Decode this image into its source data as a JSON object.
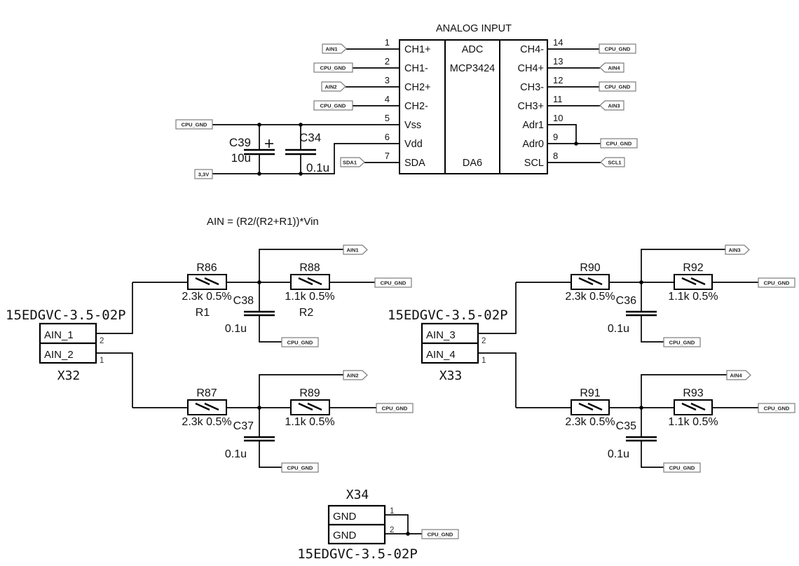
{
  "colors": {
    "background": "#ffffff",
    "line": "#000000",
    "flag_border": "#7d7d7d"
  },
  "title": "ANALOG INPUT",
  "formula": "AIN = (R2/(R2+R1))*Vin",
  "ic": {
    "function": "ADC",
    "part": "MCP3424",
    "designator": "DA6",
    "left_pins": [
      {
        "num": "1",
        "name": "CH1+"
      },
      {
        "num": "2",
        "name": "CH1-"
      },
      {
        "num": "3",
        "name": "CH2+"
      },
      {
        "num": "4",
        "name": "CH2-"
      },
      {
        "num": "5",
        "name": "Vss"
      },
      {
        "num": "6",
        "name": "Vdd"
      },
      {
        "num": "7",
        "name": "SDA"
      }
    ],
    "right_pins": [
      {
        "num": "14",
        "name": "CH4-"
      },
      {
        "num": "13",
        "name": "CH4+"
      },
      {
        "num": "12",
        "name": "CH3-"
      },
      {
        "num": "11",
        "name": "CH3+"
      },
      {
        "num": "10",
        "name": "Adr1"
      },
      {
        "num": "9",
        "name": "Adr0"
      },
      {
        "num": "8",
        "name": "SCL"
      }
    ]
  },
  "flags": {
    "gnd": "CPU_GND",
    "v33": "3,3V",
    "ain1": "AIN1",
    "ain2": "AIN2",
    "ain3": "AIN3",
    "ain4": "AIN4",
    "sda1": "SDA1",
    "scl1": "SCL1"
  },
  "decoupling": {
    "c39": {
      "ref": "C39",
      "value": "10u",
      "plus": "+"
    },
    "c34": {
      "ref": "C34",
      "value": "0.1u"
    }
  },
  "filters": [
    {
      "r1": {
        "ref": "R86",
        "value": "2.3k 0.5%",
        "role": "R1"
      },
      "r2": {
        "ref": "R88",
        "value": "1.1k 0.5%",
        "role": "R2"
      },
      "c": {
        "ref": "C38",
        "value": "0.1u"
      }
    },
    {
      "r1": {
        "ref": "R87",
        "value": "2.3k 0.5%"
      },
      "r2": {
        "ref": "R89",
        "value": "1.1k 0.5%"
      },
      "c": {
        "ref": "C37",
        "value": "0.1u"
      }
    },
    {
      "r1": {
        "ref": "R90",
        "value": "2.3k 0.5%"
      },
      "r2": {
        "ref": "R92",
        "value": "1.1k 0.5%"
      },
      "c": {
        "ref": "C36",
        "value": "0.1u"
      }
    },
    {
      "r1": {
        "ref": "R91",
        "value": "2.3k 0.5%"
      },
      "r2": {
        "ref": "R93",
        "value": "1.1k 0.5%"
      },
      "c": {
        "ref": "C35",
        "value": "0.1u"
      }
    }
  ],
  "connectors": [
    {
      "ref": "X32",
      "part": "15EDGVC-3.5-02P",
      "pins": [
        {
          "name": "AIN_1",
          "num": "2"
        },
        {
          "name": "AIN_2",
          "num": "1"
        }
      ]
    },
    {
      "ref": "X33",
      "part": "15EDGVC-3.5-02P",
      "pins": [
        {
          "name": "AIN_3",
          "num": "2"
        },
        {
          "name": "AIN_4",
          "num": "1"
        }
      ]
    },
    {
      "ref": "X34",
      "part": "15EDGVC-3.5-02P",
      "pins": [
        {
          "name": "GND",
          "num": "1"
        },
        {
          "name": "GND",
          "num": "2"
        }
      ]
    }
  ]
}
